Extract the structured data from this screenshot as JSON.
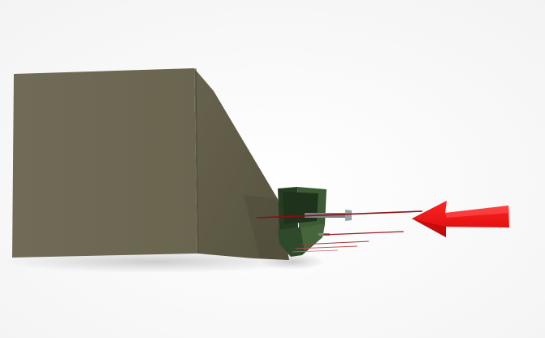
{
  "scene": {
    "description_colors": {
      "background": "#fbfbfb",
      "block_front": "#6f6a55",
      "block_side": "#5d5a48",
      "bracket": "#2f4a2a",
      "arrow": "#ff1a1a",
      "rod": "#8a0f12",
      "bolt": "#7d8288"
    },
    "icons": [
      "block-shape",
      "green-bracket-shape",
      "red-arrow-shape",
      "rod-shape"
    ]
  }
}
